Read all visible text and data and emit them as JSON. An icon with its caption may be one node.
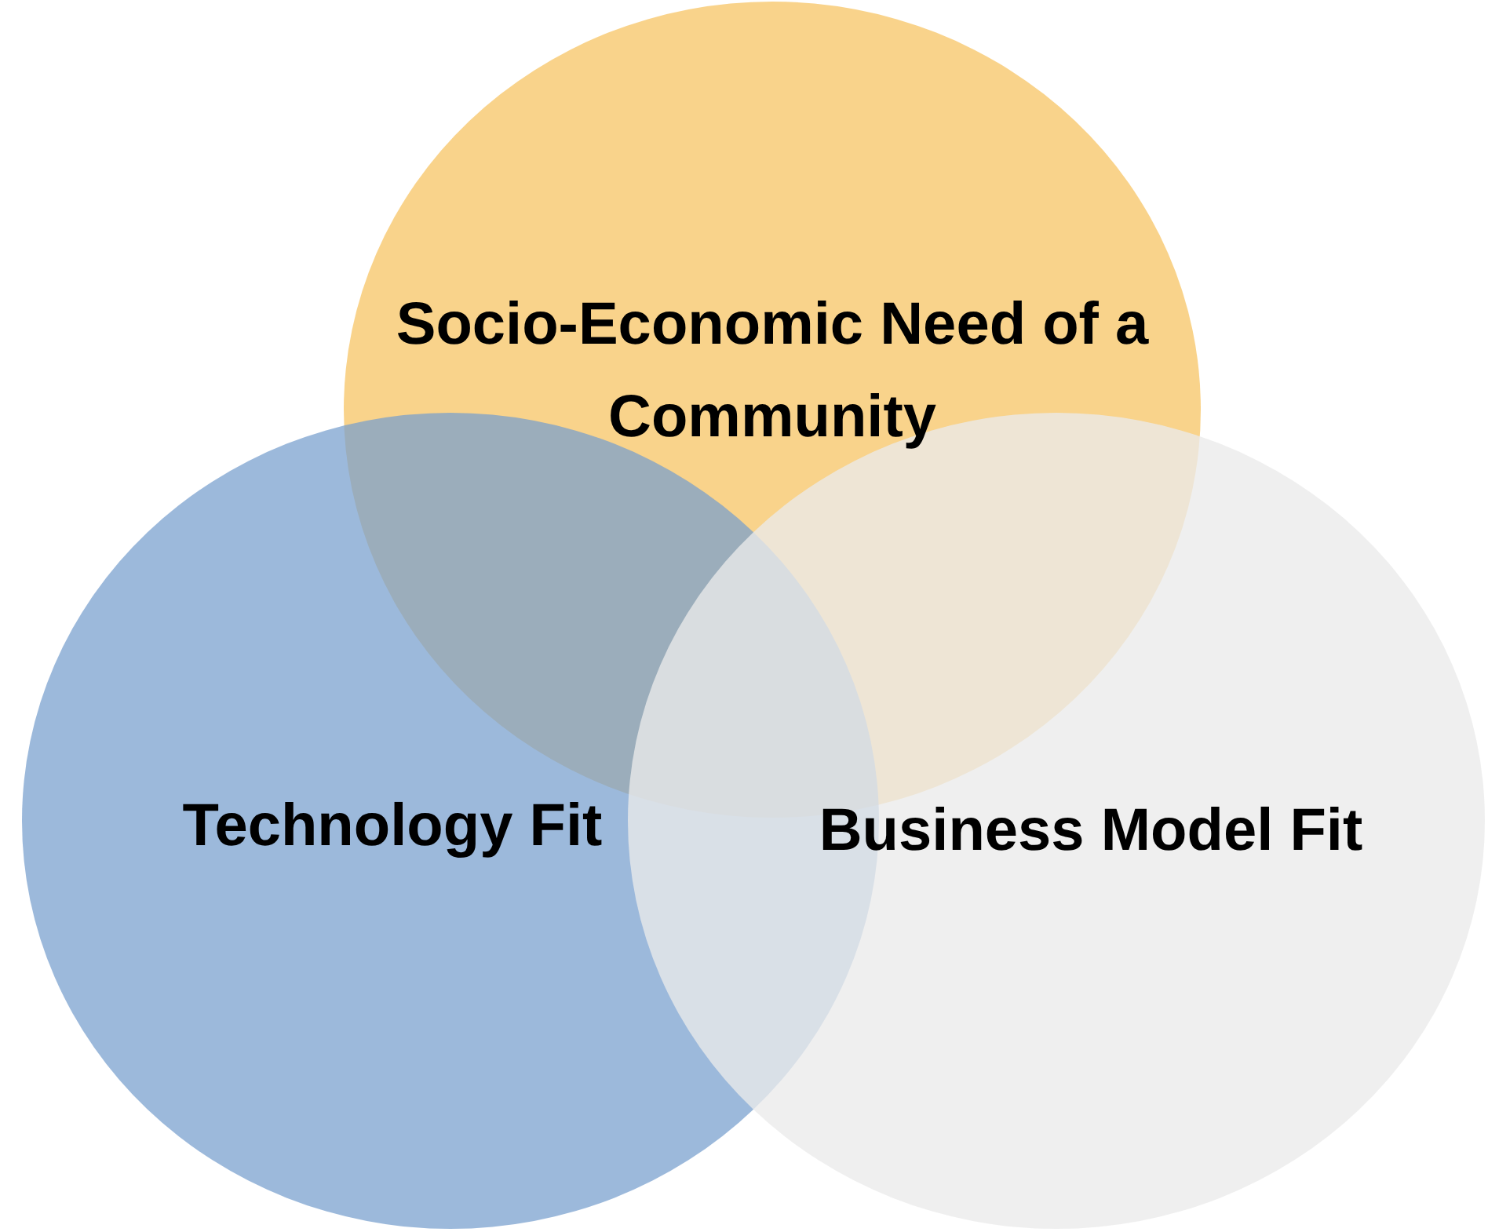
{
  "diagram": {
    "nodes": [
      {
        "text": [
          "Socio-Economic Need of a Community"
        ]
      },
      {
        "text": [
          "Technology Fit"
        ]
      },
      {
        "text": [
          "Business Model Fit"
        ]
      }
    ]
  }
}
